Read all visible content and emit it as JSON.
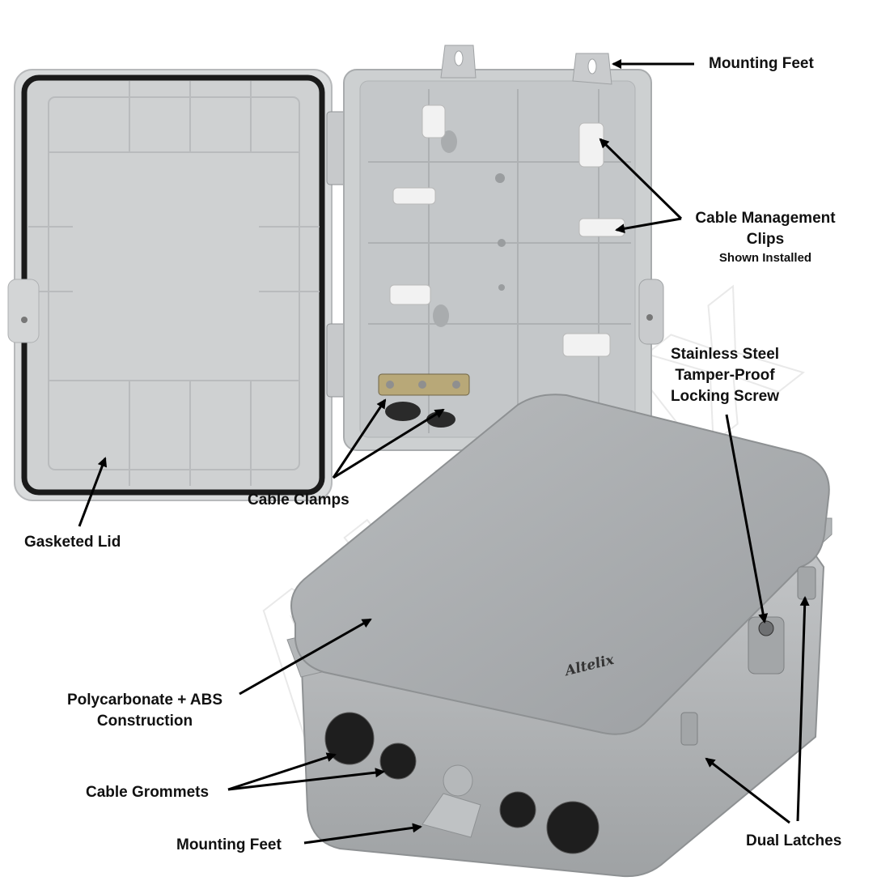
{
  "labels": {
    "mounting_feet_top": "Mounting Feet",
    "cable_mgmt_line1": "Cable Management",
    "cable_mgmt_line2": "Clips",
    "cable_mgmt_line3": "Shown Installed",
    "locking_line1": "Stainless Steel",
    "locking_line2": "Tamper-Proof",
    "locking_line3": "Locking Screw",
    "cable_clamps": "Cable Clamps",
    "gasketed_lid": "Gasketed Lid",
    "construction_line1": "Polycarbonate + ABS",
    "construction_line2": "Construction",
    "cable_grommets": "Cable Grommets",
    "mounting_feet_bottom": "Mounting Feet",
    "dual_latches": "Dual Latches"
  },
  "brand": "Altelix",
  "watermark": "Altelix",
  "colors": {
    "enclosure_gray": "#a9acae",
    "enclosure_light": "#d8dadb",
    "clip_white": "#f2f2f2",
    "gasket_black": "#1a1a1a",
    "arrow": "#000000"
  }
}
